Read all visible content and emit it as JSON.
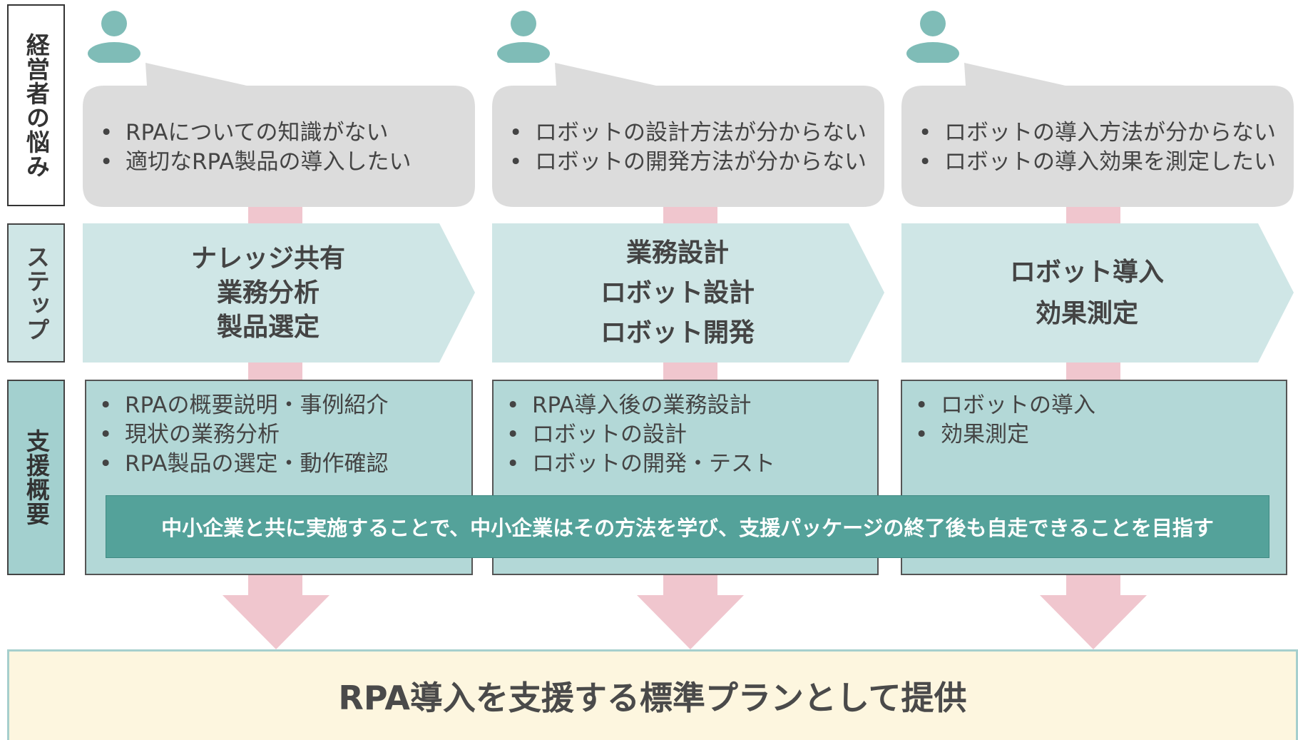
{
  "row_labels": {
    "concerns": "経営者の悩み",
    "steps": "ステップ",
    "support": "支援概要"
  },
  "columns": [
    {
      "concerns": [
        "RPAについての知識がない",
        "適切なRPA製品の導入したい"
      ],
      "step_lines": [
        "ナレッジ共有",
        "業務分析",
        "製品選定"
      ],
      "support": [
        "RPAの概要説明・事例紹介",
        "現状の業務分析",
        "RPA製品の選定・動作確認"
      ]
    },
    {
      "concerns": [
        "ロボットの設計方法が分からない",
        "ロボットの開発方法が分からない"
      ],
      "step_lines": [
        "業務設計",
        "ロボット設計",
        "ロボット開発"
      ],
      "support": [
        "RPA導入後の業務設計",
        "ロボットの設計",
        "ロボットの開発・テスト"
      ]
    },
    {
      "concerns": [
        "ロボットの導入方法が分からない",
        "ロボットの導入効果を測定したい"
      ],
      "step_lines": [
        "ロボット導入",
        "効果測定"
      ],
      "support": [
        "ロボットの導入",
        "効果測定"
      ]
    }
  ],
  "banner": "中小企業と共に実施することで、中小企業はその方法を学び、支援パッケージの終了後も自走できることを目指す",
  "plan": "RPA導入を支援する標準プランとして提供",
  "icons": {
    "user": "user-icon",
    "arrow": "down-arrow-icon"
  },
  "colors": {
    "bubble": "#dcdcdc",
    "step": "#cfe6e6",
    "support": "#b3d8d7",
    "banner": "#54a29a",
    "connector": "#f0c6ce",
    "plan": "#fdf6df"
  }
}
